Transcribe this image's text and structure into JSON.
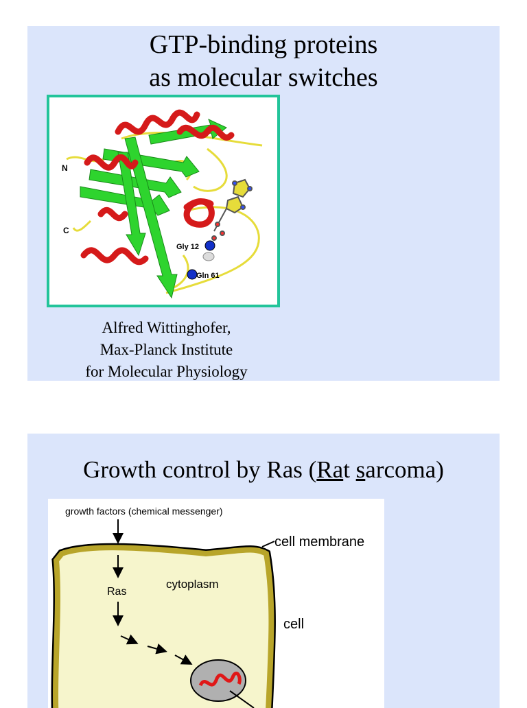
{
  "slide1": {
    "title_line1": "GTP-binding proteins",
    "title_line2": "as molecular switches",
    "figure_labels": {
      "n_terminus": "N",
      "c_terminus": "C",
      "gly": "Gly 12",
      "gln": "Gln 61"
    },
    "caption_line1": "Alfred Wittinghofer,",
    "caption_line2": "Max-Planck Institute",
    "caption_line3": "for Molecular Physiology"
  },
  "slide2": {
    "title_part1": "Growth control by Ras (",
    "title_rat_ul": "Ra",
    "title_rat_rest": "t ",
    "title_s_ul": "s",
    "title_rest": "arcoma)",
    "diagram": {
      "growth_factors": "growth factors (chemical messenger)",
      "cell_membrane": "cell membrane",
      "ras": "Ras",
      "cytoplasm": "cytoplasm",
      "cell": "cell"
    }
  },
  "colors": {
    "slide_bg": "#dbe5fb",
    "frame_border": "#22c49a",
    "helix": "#d51a1a",
    "strand": "#2ed42e",
    "loop": "#e6dc3a",
    "membrane": "#b8a52a",
    "cytoplasm": "#f6f5cc"
  }
}
